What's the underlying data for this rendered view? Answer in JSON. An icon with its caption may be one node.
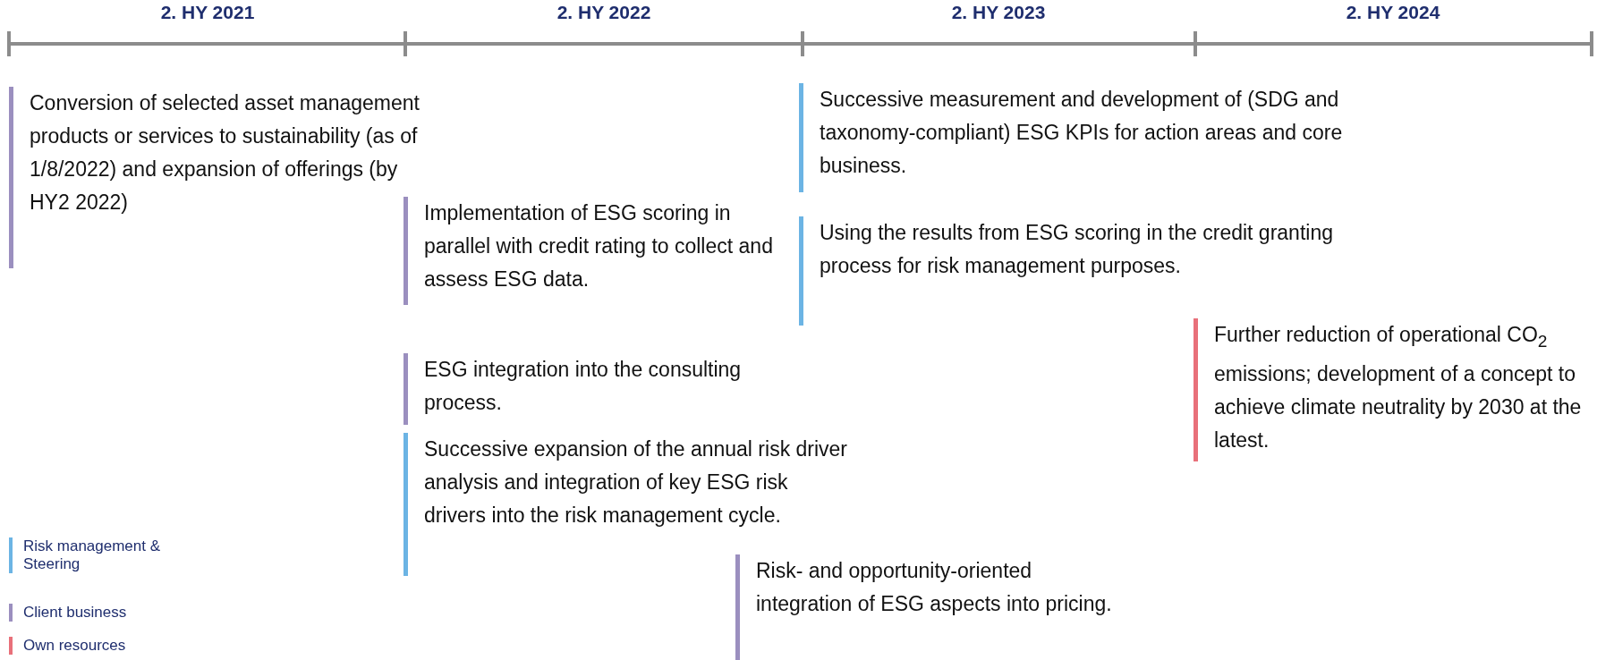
{
  "diagram": {
    "nodes": [
      {
        "text": [
          "Conversion of selected asset management products or services to sustainability (as of 1/8/2022) and expansion of offerings (by HY2 2022)"
        ]
      },
      {
        "text": [
          "Implementation of ESG scoring in parallel with credit rating to collect and assess ESG data."
        ]
      },
      {
        "text": [
          "ESG integration into the consulting process."
        ]
      },
      {
        "text": [
          "Successive expansion of the annual risk driver analysis and integration of key ESG risk drivers into the risk management cycle."
        ]
      },
      {
        "text": [
          "Risk- and opportunity-oriented integration of ESG aspects into pricing."
        ]
      },
      {
        "text": [
          "Successive measurement and development of (SDG and taxonomy-compliant) ESG KPIs for action areas and core business."
        ]
      },
      {
        "text": [
          "Using the results from ESG scoring in the credit granting process for risk management purposes."
        ]
      },
      {
        "text": [
          "Further reduction of operational CO$_{2}$ emissions; development of a concept to achieve climate neutrality by 2030 at the latest."
        ]
      }
    ],
    "edges": [],
    "labels": [
      "2. HY 2021",
      "2. HY 2022",
      "2. HY 2023",
      "2. HY 2024"
    ],
    "legend": [
      {
        "text": "Risk management & Steering",
        "color": "#6cb4e4"
      },
      {
        "text": "Client business",
        "color": "#9b8fbf"
      },
      {
        "text": "Own resources",
        "color": "#e8707a"
      }
    ]
  }
}
